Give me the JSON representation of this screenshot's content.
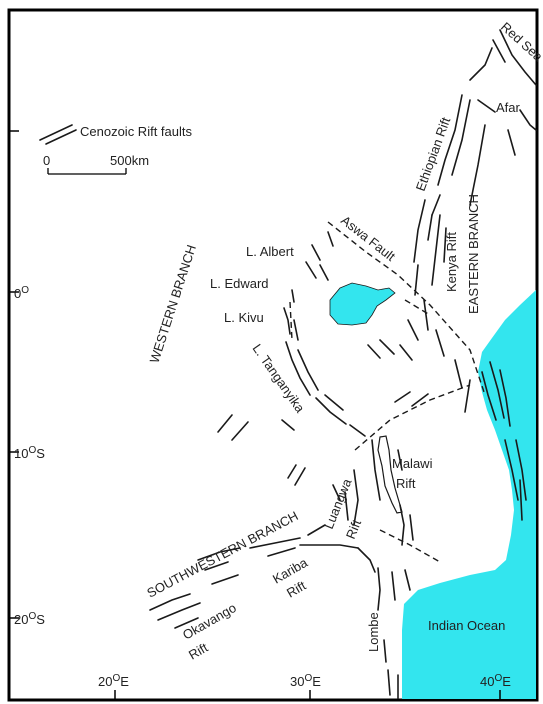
{
  "map": {
    "legend": {
      "label": "Cenozoic Rift faults",
      "scale_zero": "0",
      "scale_distance": "500km"
    },
    "lat_ticks": [
      "0",
      "10",
      "20"
    ],
    "lat_suffix": {
      "north_south_0": "O",
      "north_south_10": "OS",
      "north_south_20": "OS"
    },
    "lon_ticks": [
      "20",
      "30",
      "40"
    ],
    "lon_suffix": "OE",
    "water": {
      "ocean_color": "#33e5ee",
      "lake_color": "#33e5ee"
    },
    "labels": {
      "red_sea": "Red Sea",
      "afar": "Afar",
      "ethiopian_rift": "Ethiopian Rift",
      "eastern_branch": "EASTERN BRANCH",
      "kenya_rift": "Kenya Rift",
      "aswa_fault": "Aswa Fault",
      "l_albert": "L. Albert",
      "l_edward": "L. Edward",
      "l_kivu": "L. Kivu",
      "western_branch": "WESTERN BRANCH",
      "l_tanganyika": "L. Tanganyika",
      "malawi_rift_1": "Malawi",
      "malawi_rift_2": "Rift",
      "luangwa_rift_1": "Luangwa",
      "luangwa_rift_2": "Rift",
      "southwestern_branch": "SOUTHWESTERN BRANCH",
      "kariba_rift_1": "Kariba",
      "kariba_rift_2": "Rift",
      "okavango_rift_1": "Okavango",
      "okavango_rift_2": "Rift",
      "lombe": "Lombe",
      "indian_ocean": "Indian Ocean"
    }
  }
}
